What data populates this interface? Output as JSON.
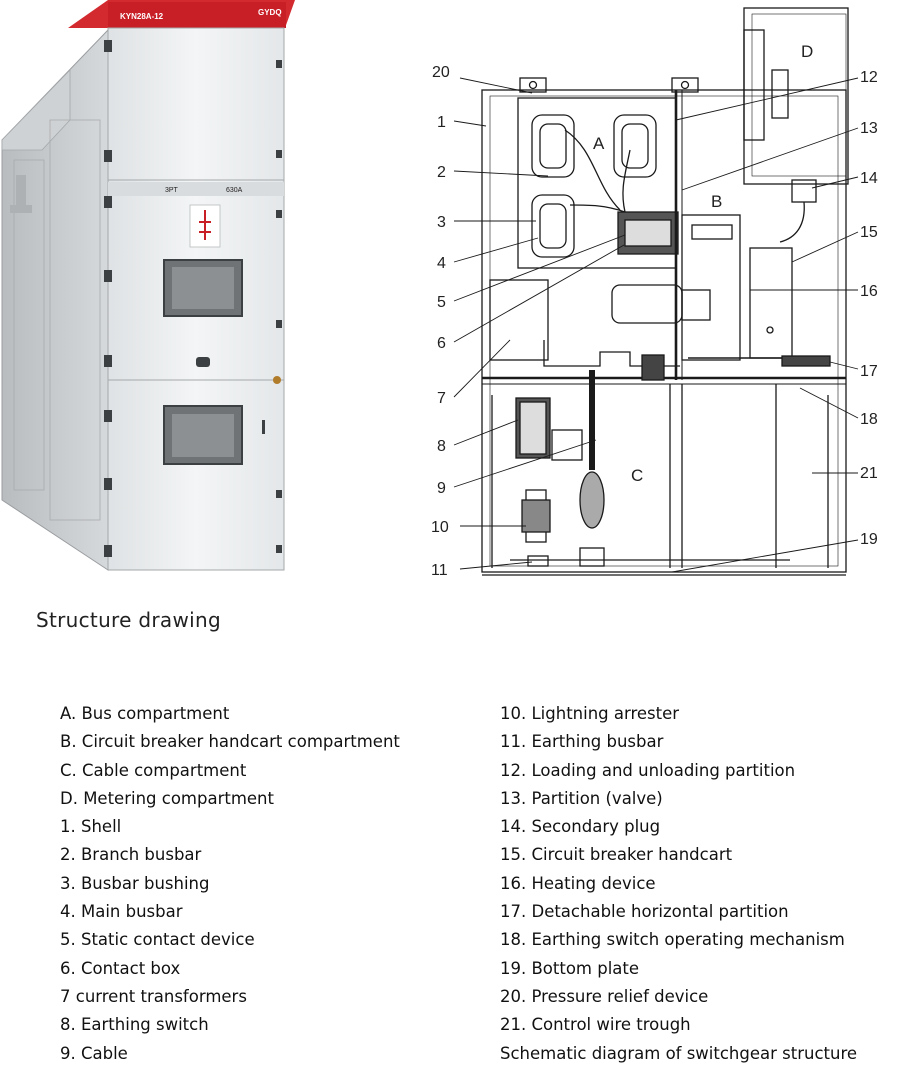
{
  "product_photo": {
    "model_label": "KYN28A-12",
    "brand_label": "GYDQ",
    "panel_label_left": "3PT",
    "panel_label_right": "630A"
  },
  "section_title": "Structure drawing",
  "diagram": {
    "compartment_letters": [
      "A",
      "B",
      "C",
      "D"
    ],
    "callout_numbers": [
      "1",
      "2",
      "3",
      "4",
      "5",
      "6",
      "7",
      "8",
      "9",
      "10",
      "11",
      "12",
      "13",
      "14",
      "15",
      "16",
      "17",
      "18",
      "19",
      "20",
      "21"
    ]
  },
  "legend": {
    "left": [
      "A. Bus compartment",
      "B. Circuit breaker handcart compartment",
      "C. Cable compartment",
      "D. Metering compartment",
      "1. Shell",
      "2. Branch busbar",
      "3. Busbar bushing",
      "4. Main busbar",
      "5. Static contact device",
      "6. Contact box",
      "7 current transformers",
      "8. Earthing switch",
      "9. Cable"
    ],
    "right": [
      "10. Lightning arrester",
      "11. Earthing busbar",
      "12. Loading and unloading partition",
      "13. Partition (valve)",
      "14. Secondary plug",
      "15. Circuit breaker handcart",
      "16. Heating device",
      "17. Detachable horizontal partition",
      "18. Earthing switch operating mechanism",
      "19. Bottom plate",
      "20. Pressure relief device",
      "21. Control wire trough",
      "Schematic diagram of switchgear structure"
    ]
  },
  "colors": {
    "cabinet_red": "#c81e26",
    "cabinet_white": "#eceff1",
    "cabinet_side": "#c9ccce",
    "line": "#1a1a1a"
  }
}
